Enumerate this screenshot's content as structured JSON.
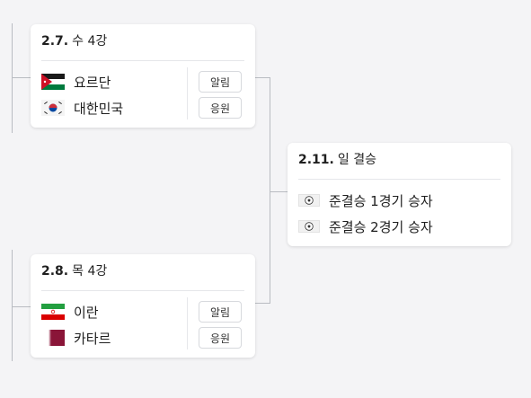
{
  "bracket": {
    "match_qf1": {
      "date": "2.7.",
      "title": "수 4강",
      "team1": {
        "name": "요르단",
        "flag": "jordan-flag",
        "action": "알림"
      },
      "team2": {
        "name": "대한민국",
        "flag": "korea-flag",
        "action": "응원"
      }
    },
    "match_qf2": {
      "date": "2.8.",
      "title": "목 4강",
      "team1": {
        "name": "이란",
        "flag": "iran-flag",
        "action": "알림"
      },
      "team2": {
        "name": "카타르",
        "flag": "qatar-flag",
        "action": "응원"
      }
    },
    "match_final": {
      "date": "2.11.",
      "title": "일 결승",
      "team1": {
        "name": "준결승 1경기 승자",
        "icon": "soccer-ball-icon"
      },
      "team2": {
        "name": "준결승 2경기 승자",
        "icon": "soccer-ball-icon"
      }
    }
  },
  "colors": {
    "background": "#f4f4f6",
    "card": "#ffffff",
    "connector": "#b9bcc2",
    "jordan_red": "#ce1126",
    "jordan_green": "#007a3d",
    "korea_red": "#cd2e3a",
    "korea_blue": "#0047a0",
    "iran_green": "#239f40",
    "iran_red": "#da0000",
    "qatar_maroon": "#8a1538"
  }
}
